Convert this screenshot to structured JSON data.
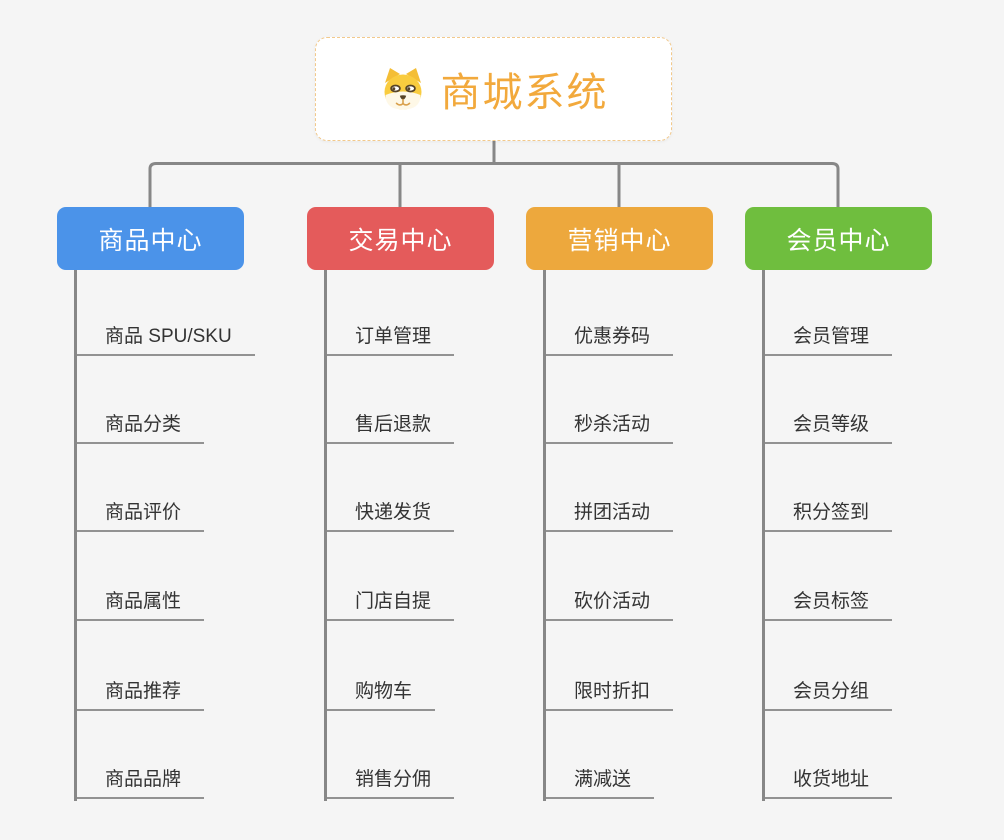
{
  "root": {
    "title": "商城系统",
    "icon": "dog-icon",
    "title_color": "#F2A93C",
    "border_color": "#F2C98C"
  },
  "connector_color": "#878787",
  "background_color": "#F5F5F5",
  "branches": [
    {
      "label": "商品中心",
      "color": "#4B93E9",
      "items": [
        "商品 SPU/SKU",
        "商品分类",
        "商品评价",
        "商品属性",
        "商品推荐",
        "商品品牌"
      ]
    },
    {
      "label": "交易中心",
      "color": "#E45B5B",
      "items": [
        "订单管理",
        "售后退款",
        "快递发货",
        "门店自提",
        "购物车",
        "销售分佣"
      ]
    },
    {
      "label": "营销中心",
      "color": "#EDA83D",
      "items": [
        "优惠券码",
        "秒杀活动",
        "拼团活动",
        "砍价活动",
        "限时折扣",
        "满减送"
      ]
    },
    {
      "label": "会员中心",
      "color": "#6FBE3E",
      "items": [
        "会员管理",
        "会员等级",
        "积分签到",
        "会员标签",
        "会员分组",
        "收货地址"
      ]
    }
  ]
}
